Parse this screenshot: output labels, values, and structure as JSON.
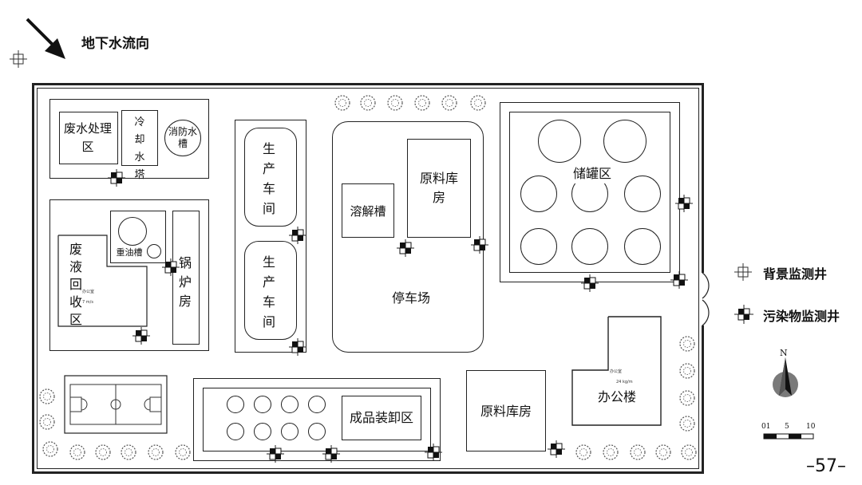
{
  "header": {
    "flow_label": "地下水流向"
  },
  "areas": {
    "wastewater": "废水处理区",
    "cooling_tower": "冷却水塔",
    "fire_tank": "消防水槽",
    "heavy_oil": "重油槽",
    "waste_liquid": "废液回收区",
    "waste_note_1": "办公室",
    "waste_note_2": "7 m/s",
    "boiler": "锅炉房",
    "workshop_1": "生产车间",
    "workshop_2": "生产车间",
    "dissolve": "溶解槽",
    "raw_store_top": "原料库房",
    "parking": "停车场",
    "tank_area": "储罐区",
    "product_unload": "成品装卸区",
    "raw_store_bottom": "原料库房",
    "office": "办公楼",
    "office_note_1": "办公室",
    "office_note_2": "24 kg/m"
  },
  "legend": {
    "background_well": "背景监测井",
    "pollutant_well": "污染物监测井",
    "north": "N",
    "scale": [
      "01",
      "5",
      "10"
    ]
  },
  "page_number": "–57–",
  "icons": [
    "flow-arrow-icon",
    "background-well-icon",
    "pollutant-well-icon",
    "tree-icon",
    "north-arrow-icon",
    "scale-bar-icon"
  ]
}
